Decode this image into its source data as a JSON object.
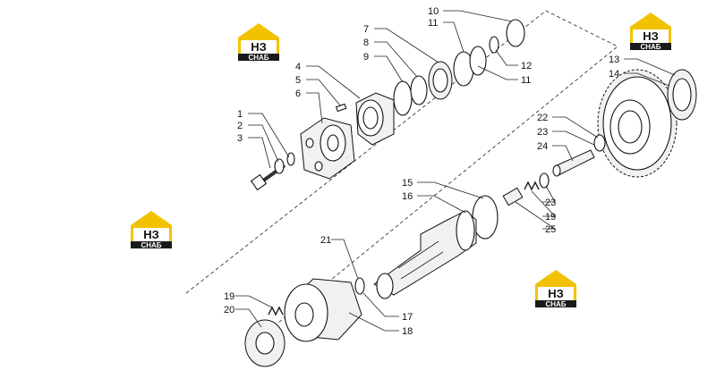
{
  "callouts": [
    "1",
    "2",
    "3",
    "4",
    "5",
    "6",
    "7",
    "8",
    "9",
    "10",
    "11",
    "11",
    "12",
    "13",
    "14",
    "15",
    "16",
    "17",
    "18",
    "19",
    "19",
    "20",
    "21",
    "22",
    "23",
    "23",
    "24",
    "25"
  ],
  "logo": {
    "line1": "НЗ",
    "line2": "СНАБ",
    "accent": "#f2c200",
    "dark": "#1a1a1a"
  },
  "colors": {
    "ink": "#111111",
    "background": "#ffffff"
  }
}
